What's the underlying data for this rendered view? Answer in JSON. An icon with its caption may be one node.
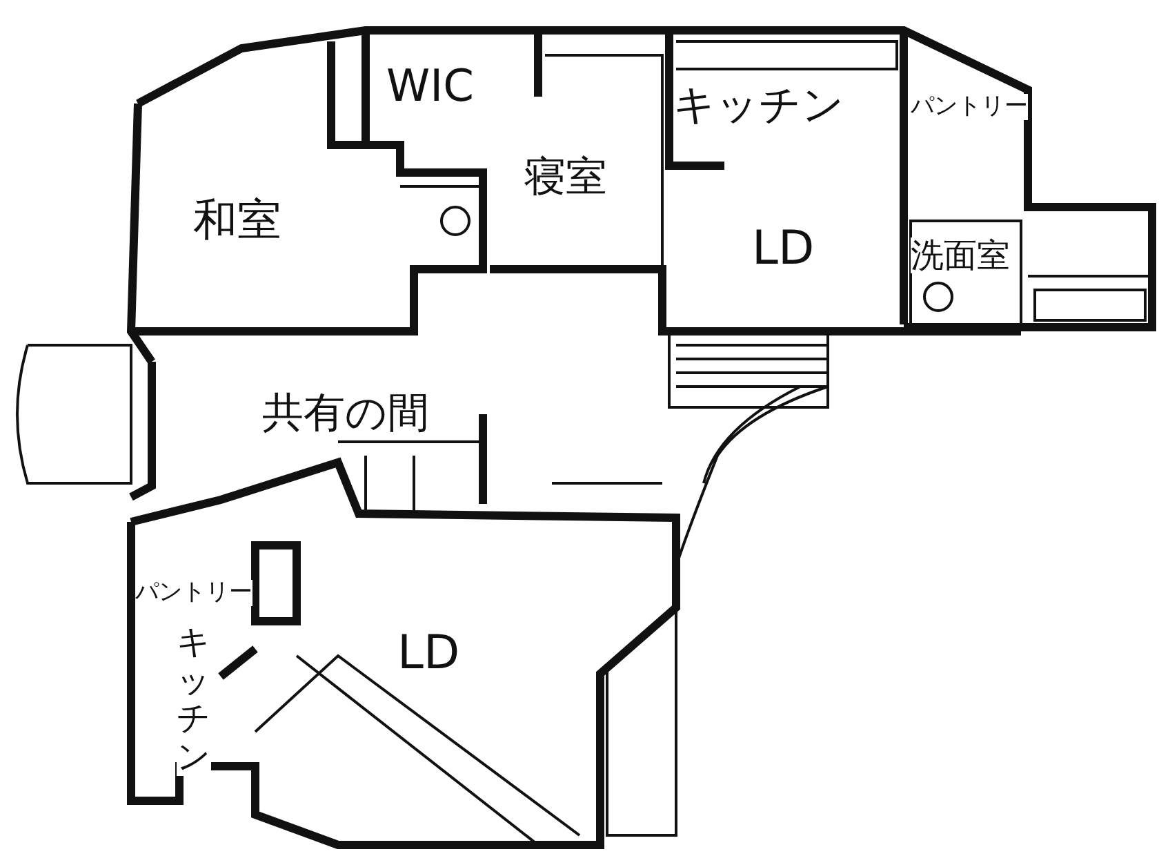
{
  "diagram": {
    "labels": [
      "WIC",
      "キッチン",
      "パントリー",
      "寝室",
      "和室",
      "LD",
      "洗面室",
      "共有の間",
      "パントリー",
      "LD",
      "キッチン"
    ]
  }
}
